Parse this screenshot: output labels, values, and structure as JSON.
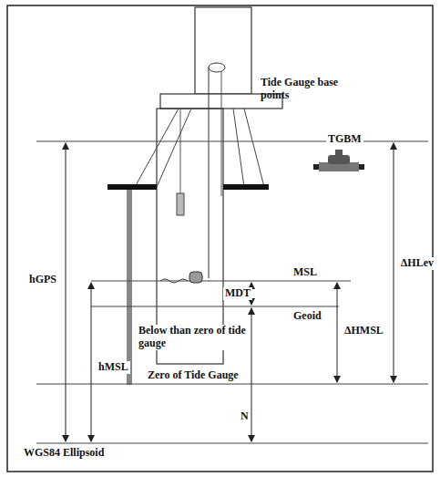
{
  "diagram": {
    "labels": [
      "Tide Gauge base points",
      "TGBM",
      "hGPS",
      "ΔHLev",
      "MSL",
      "MDT",
      "Geoid",
      "ΔHMSL",
      "hMSL",
      "Below than zero of tide gauge",
      "N",
      "Zero of Tide Gauge",
      "WGS84 Ellipsoid"
    ]
  }
}
